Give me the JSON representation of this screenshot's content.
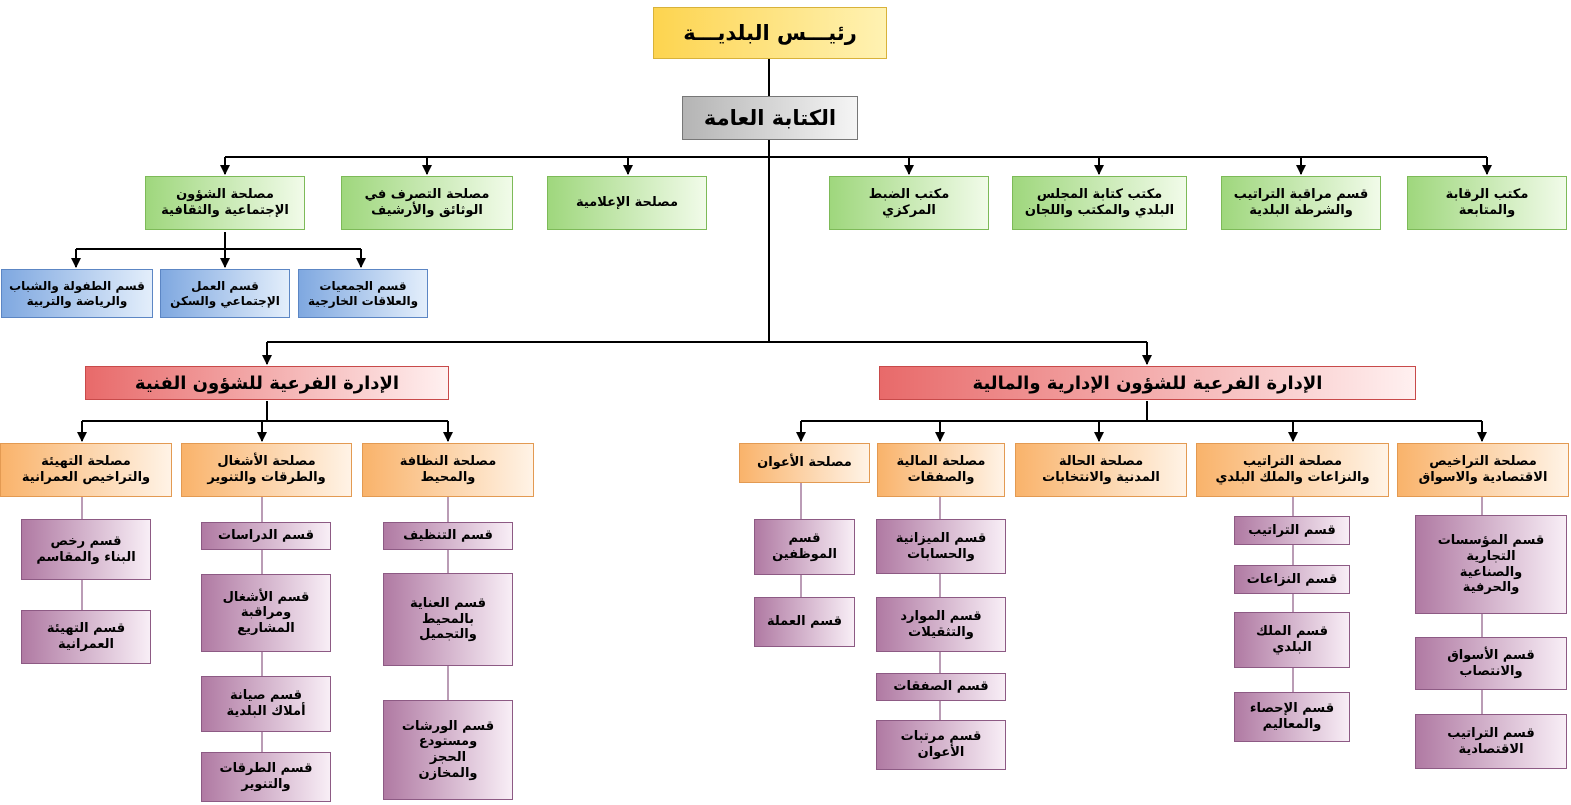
{
  "root": "رئيـــس البلديـــة",
  "general": "الكتابة العامة",
  "offices": [
    "مكتب الرقابة\nوالمتابعة",
    "قسم مراقبة التراتيب\nوالشرطة البلدية",
    "مكتب كتابة المجلس\nالبلدي والمكتب واللجان",
    "مكتب الضبط\nالمركزي",
    "مصلحة الإعلامية",
    "مصلحة التصرف في\nالوثائق والأرشيف",
    "مصلحة الشؤون\nالإجتماعية والثقافية"
  ],
  "social_sections": [
    "قسم الجمعيات\nوالعلاقات الخارجية",
    "قسم العمل\nالإجتماعي والسكن",
    "قسم الطفولة والشباب\nوالرياضة والتربية"
  ],
  "admin_branch": "الإدارة الفرعية للشؤون الإدارية والمالية",
  "tech_branch": "الإدارة الفرعية للشؤون الفنية",
  "admin_services": [
    {
      "title": "مصلحة التراخيص\nالاقتصادية والاسواق",
      "sections": [
        "قسم المؤسسات\nالتجارية\nوالصناعية\nوالحرفية",
        "قسم الأسواق\nوالانتصاب",
        "قسم التراتيب\nالاقتصادية"
      ]
    },
    {
      "title": "مصلحة التراتيب\nوالنزاعات والملك البلدي",
      "sections": [
        "قسم التراتيب",
        "قسم النزاعات",
        "قسم الملك\nالبلدي",
        "قسم الإحصاء\nوالمعاليم"
      ]
    },
    {
      "title": "مصلحة الحالة\nالمدنية والانتخابات",
      "sections": []
    },
    {
      "title": "مصلحة المالية\nوالصفقات",
      "sections": [
        "قسم الميزانية\nوالحسابات",
        "قسم الموارد\nوالتثقيلات",
        "قسم الصفقات",
        "قسم مرتبات\nالأعوان"
      ]
    },
    {
      "title": "مصلحة الأعوان",
      "sections": [
        "قسم\nالموظفين",
        "قسم العملة"
      ]
    }
  ],
  "tech_services": [
    {
      "title": "مصلحة النظافة\nوالمحيط",
      "sections": [
        "قسم التنظيف",
        "قسم العناية\nبالمحيط\nوالتجميل",
        "قسم الورشات\nومستودع\nالحجز\nوالمخازن"
      ]
    },
    {
      "title": "مصلحة الأشغال\nوالطرقات والتنوير",
      "sections": [
        "قسم الدراسات",
        "قسم الأشغال\nومراقبة\nالمشاريع",
        "قسم صيانة\nأملاك البلدية",
        "قسم الطرقات\nوالتنوير"
      ]
    },
    {
      "title": "مصلحة التهيئة\nوالتراخيص العمرانية",
      "sections": [
        "قسم رخص\nالبناء والمقاسم",
        "قسم التهيئة\nالعمرانية"
      ]
    }
  ]
}
